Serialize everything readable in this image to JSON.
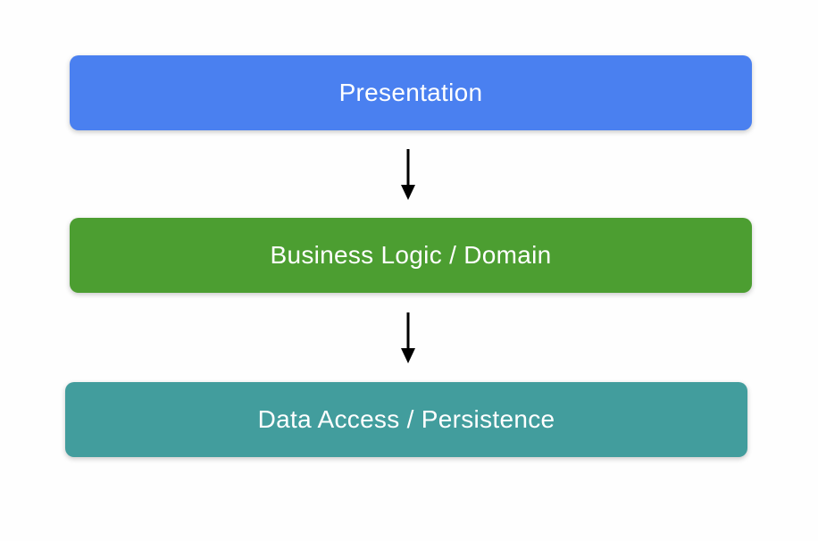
{
  "diagram": {
    "kind": "layered-architecture",
    "background_color": "#fefefe",
    "arrow_color": "#000000",
    "text_color": "#ffffff",
    "layers": [
      {
        "label": "Presentation",
        "color": "#4a80f0"
      },
      {
        "label": "Business Logic / Domain",
        "color": "#4c9e31"
      },
      {
        "label": "Data Access / Persistence",
        "color": "#429d9d"
      }
    ],
    "connections": [
      {
        "from": "Presentation",
        "to": "Business Logic / Domain",
        "direction": "down"
      },
      {
        "from": "Business Logic / Domain",
        "to": "Data Access / Persistence",
        "direction": "down"
      }
    ]
  }
}
